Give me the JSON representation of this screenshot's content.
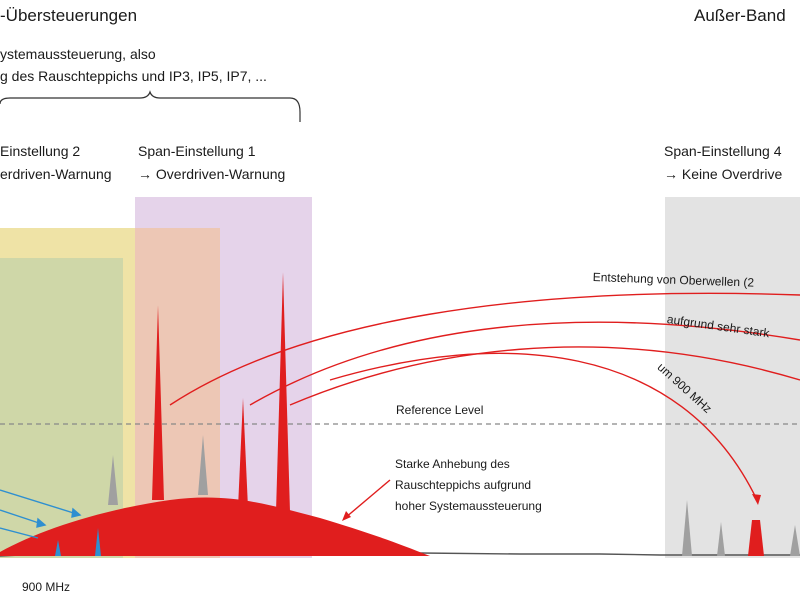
{
  "titles": {
    "left": "-Übersteuerungen",
    "right": "Außer-Band"
  },
  "note": {
    "line1": "ystemaussteuerung, also",
    "line2": "g des Rauschteppichs und IP3, IP5, IP7, ..."
  },
  "span_settings": [
    {
      "title": "Einstellung 2",
      "subtitle": "erdriven-Warnung"
    },
    {
      "title": "Span-Einstellung 1",
      "subtitle": "→ Overdriven-Warnung"
    },
    {
      "title": "Span-Einstellung 4",
      "subtitle": "→ Keine Overdrive"
    }
  ],
  "annotations": {
    "reference_level": "Reference Level",
    "noise_raise": [
      "Starke Anhebung des",
      "Rauschteppichs aufgrund",
      "hoher Systemaussteuerung"
    ],
    "harmonics": [
      "Entstehung von Oberwellen (2",
      "aufgrund sehr stark",
      "um 900 MHz"
    ]
  },
  "axis": {
    "freq_label": "900 MHz"
  },
  "colors": {
    "yellow_band": "#efe3a6",
    "green_band": "#cfd7a8",
    "peach_band": "#edc7b5",
    "purple_band": "#e5d3ea",
    "grey_band": "#e3e3e3",
    "red": "#e01e1e",
    "blue_arrow": "#2e8fd0",
    "grey_peak": "#a0a0a0"
  }
}
